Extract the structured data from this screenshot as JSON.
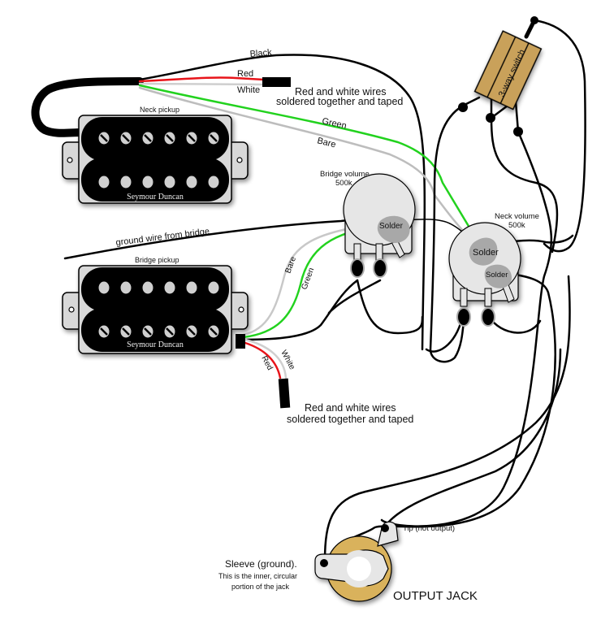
{
  "diagram": {
    "title": "Humbucker wiring: 2 pickups, 2 volumes, 3-way switch, output jack",
    "colors": {
      "black_wire": "#000000",
      "red_wire": "#e8141a",
      "white_wire": "#c8c8c8",
      "green_wire": "#22d21e",
      "bare_wire": "#bdbdbd",
      "pickup_body": "#000000",
      "pickup_base": "#d8d8d8",
      "pot_body": "#e6e6e6",
      "solder": "#a8a8a8",
      "switch_body": "#c9a15a",
      "jack_ring": "#d9b25c"
    },
    "pickups": {
      "neck": {
        "label": "Neck pickup",
        "brand": "Seymour Duncan",
        "wire_labels": {
          "black": "Black",
          "red": "Red",
          "white": "White",
          "green": "Green",
          "bare": "Bare"
        },
        "note": [
          "Red and white wires",
          "soldered together and taped"
        ]
      },
      "bridge": {
        "label": "Bridge pickup",
        "brand": "Seymour Duncan",
        "wire_labels": {
          "bare": "Bare",
          "green": "Green",
          "red": "Red",
          "white": "White"
        },
        "note": [
          "Red and white wires",
          "soldered together and taped"
        ]
      }
    },
    "ground_wire_label": "ground wire from bridge",
    "pots": {
      "bridge_volume": {
        "label": "Bridge volume",
        "value": "500k",
        "solder_labels": [
          "Solder"
        ]
      },
      "neck_volume": {
        "label": "Neck volume",
        "value": "500k",
        "solder_labels": [
          "Solder",
          "Solder"
        ]
      }
    },
    "switch": {
      "label": "3-way switch"
    },
    "jack": {
      "title": "OUTPUT JACK",
      "tip_label": "Tip (hot output)",
      "sleeve_label": "Sleeve (ground).",
      "sleeve_note": [
        "This is the inner, circular",
        "portion of the jack"
      ]
    }
  }
}
